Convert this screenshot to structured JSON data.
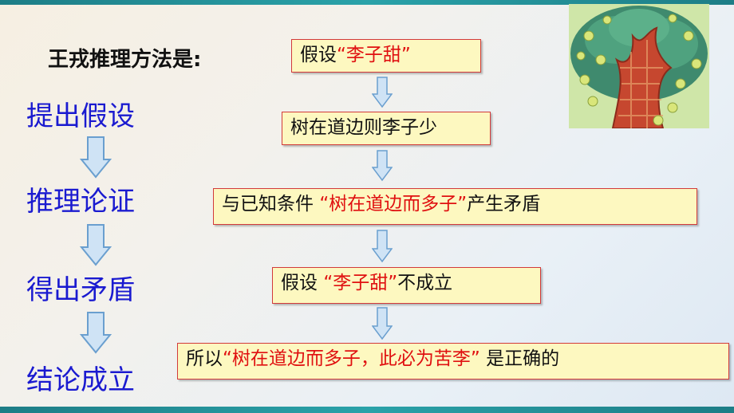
{
  "title": "王戎推理方法是:",
  "steps": [
    "提出假设",
    "推理论证",
    "得出矛盾",
    "结论成立"
  ],
  "boxes": {
    "b1": {
      "pre": "假设",
      "red": "“李子甜”",
      "post": ""
    },
    "b2": {
      "pre": "树在道边则李子少",
      "red": "",
      "post": ""
    },
    "b3": {
      "pre": "与已知条件 ",
      "red": "“树在道边而多子”",
      "post": "产生矛盾"
    },
    "b4": {
      "pre": "假设 ",
      "red": "“李子甜”",
      "post": "不成立"
    },
    "b5": {
      "pre": "所以",
      "red": "“树在道边而多子，此必为苦李”",
      "post": " 是正确的"
    }
  },
  "colors": {
    "step_text": "#1a1ad0",
    "highlight": "#e01010",
    "box_fill": "#fdf8c0",
    "box_border": "#d23a3a",
    "arrow_fill": "#cfe3f5",
    "arrow_stroke": "#6a9fcf"
  }
}
